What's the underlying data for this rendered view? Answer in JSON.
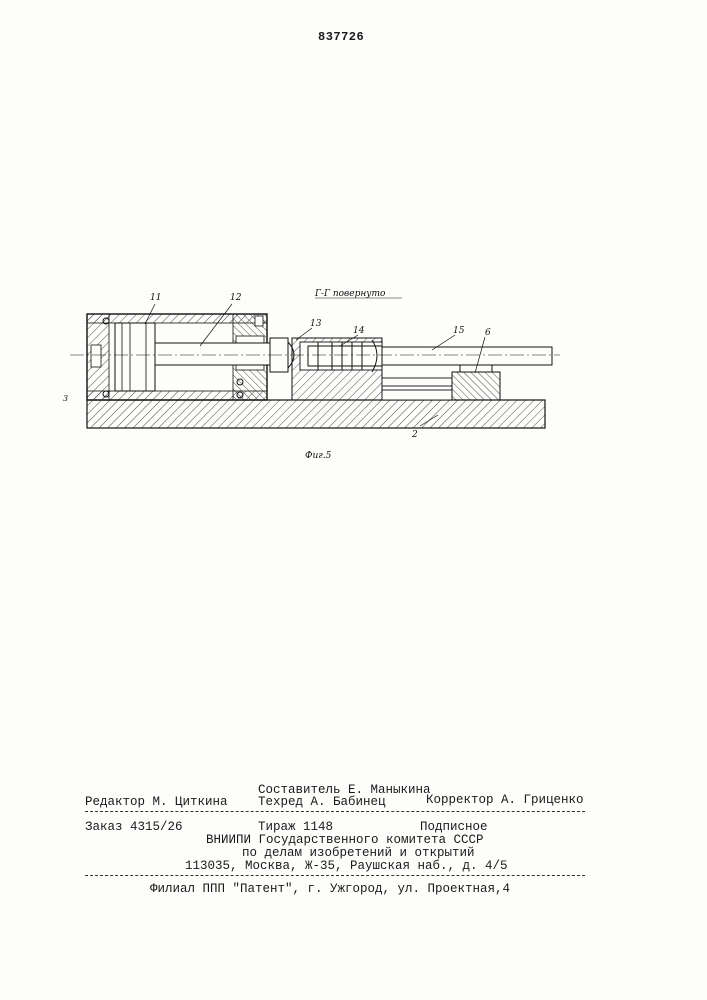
{
  "header": {
    "patent_number": "837726"
  },
  "drawing": {
    "section_title": "Г-Г повернуто",
    "figure_caption": "Фиг.5",
    "labels": {
      "l11": "11",
      "l12": "12",
      "l13": "13",
      "l14": "14",
      "l15": "15",
      "l6": "6",
      "l2": "2",
      "l3": "3"
    }
  },
  "colophon": {
    "compiler": "Составитель Е. Маныкина",
    "editor": "Редактор М. Циткина",
    "techred": "Техред А. Бабинец",
    "corrector": "Корректор А. Гриценко",
    "order": "Заказ 4315/26",
    "circulation": "Тираж 1148",
    "subscription": "Подписное",
    "org_line1": "ВНИИПИ Государственного комитета СССР",
    "org_line2": "по делам изобретений и открытий",
    "address": "113035, Москва, Ж-35, Раушская наб., д. 4/5",
    "branch": "Филиал ППП \"Патент\", г. Ужгород, ул. Проектная,4"
  }
}
